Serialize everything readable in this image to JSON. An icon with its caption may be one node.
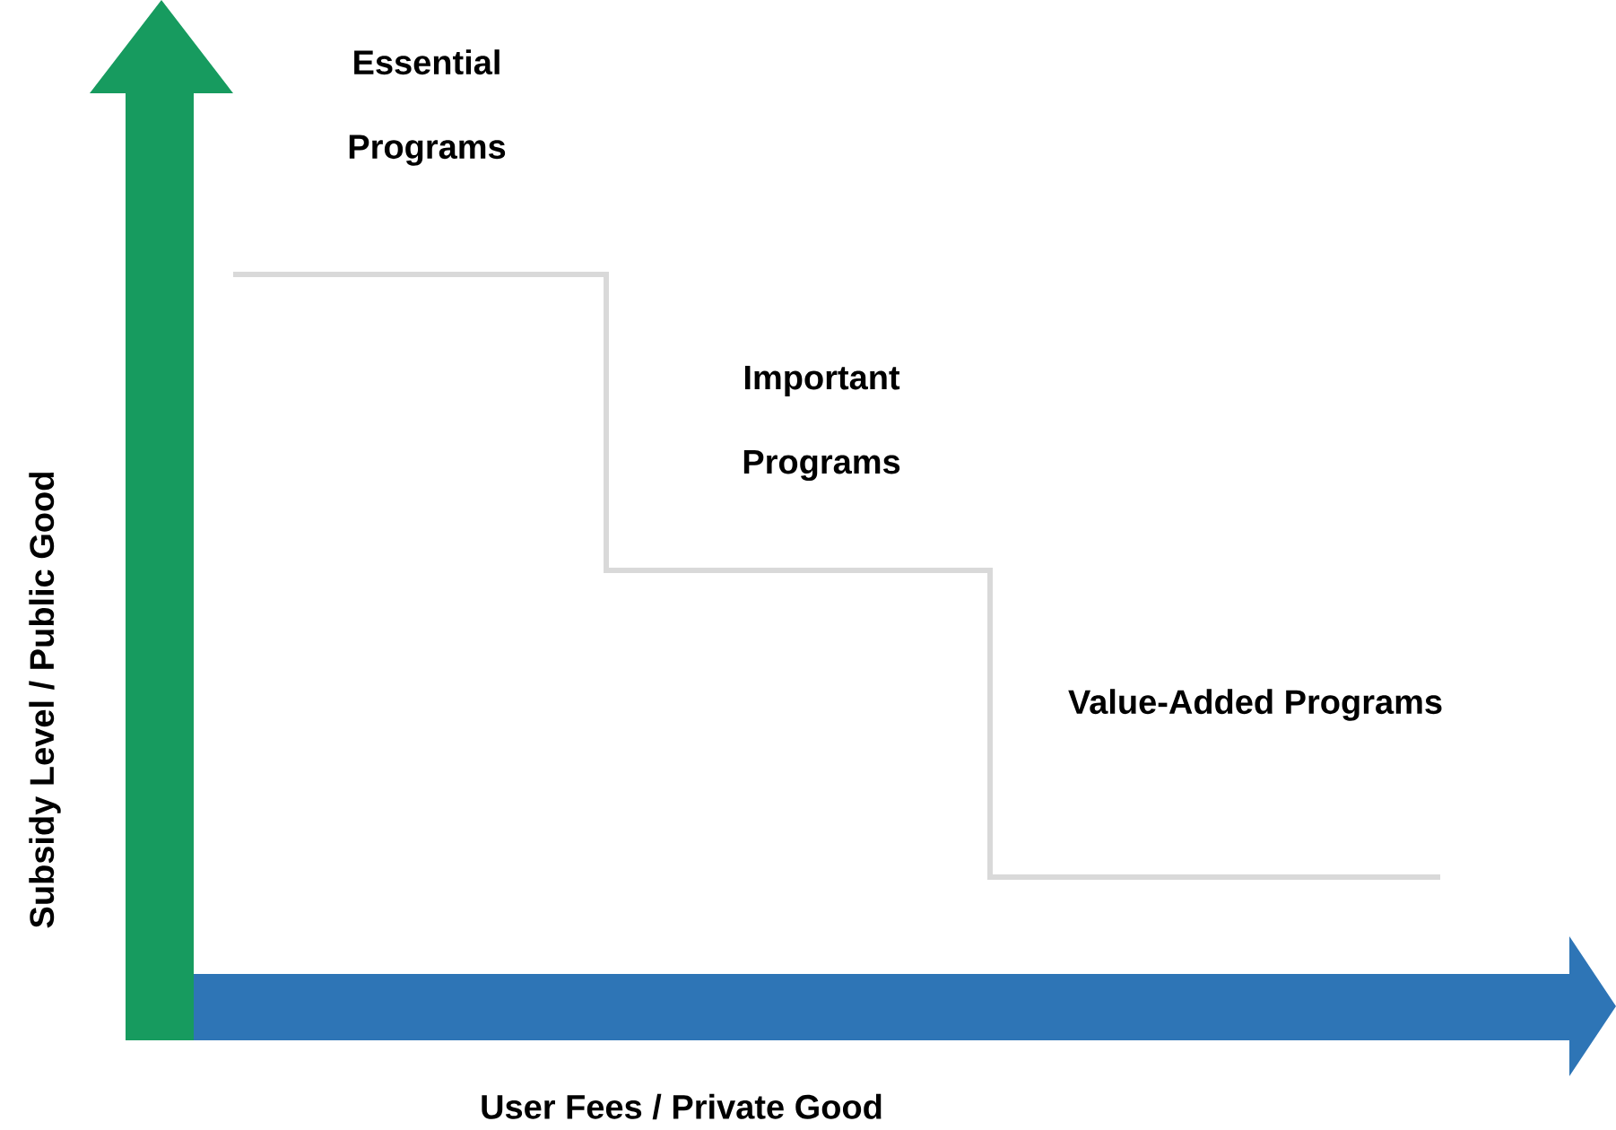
{
  "diagram": {
    "labels": [
      "Essential Programs",
      "Important Programs",
      "Value-Added Programs",
      "Subsidy Level / Public Good",
      "User Fees / Private Good"
    ]
  }
}
